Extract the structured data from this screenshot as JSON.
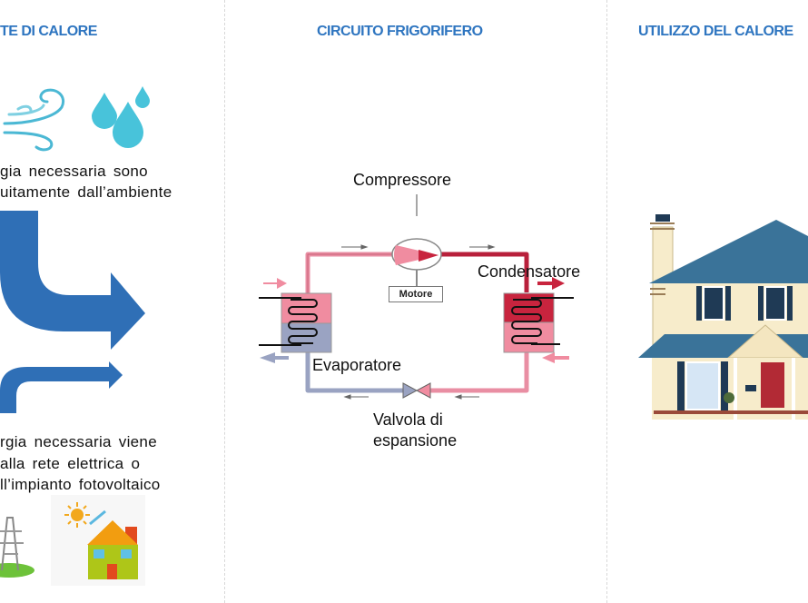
{
  "headers": {
    "left": "TE DI CALORE",
    "center": "CIRCUITO FRIGORIFERO",
    "right": "UTILIZZO DEL CALORE"
  },
  "left": {
    "ambient_text": [
      "gia necessaria sono",
      "uitamente dall’ambiente"
    ],
    "electric_text": [
      "rgia necessaria viene",
      "alla rete elettrica o",
      "ll’impianto fotovoltaico"
    ],
    "icons": [
      "wind-icon",
      "water-drops-icon",
      "power-pylon-icon",
      "solar-house-icon"
    ]
  },
  "circuit": {
    "compressor": "Compressore",
    "motor": "Motore",
    "condenser": "Condensatore",
    "evaporator": "Evaporatore",
    "valve": [
      "Valvola di",
      "espansione"
    ]
  },
  "colors": {
    "heading": "#2e75c0",
    "arrow": "#2f6fb6",
    "hot": "#c8243e",
    "warm": "#f08ca0",
    "cold": "#98a3c4"
  }
}
